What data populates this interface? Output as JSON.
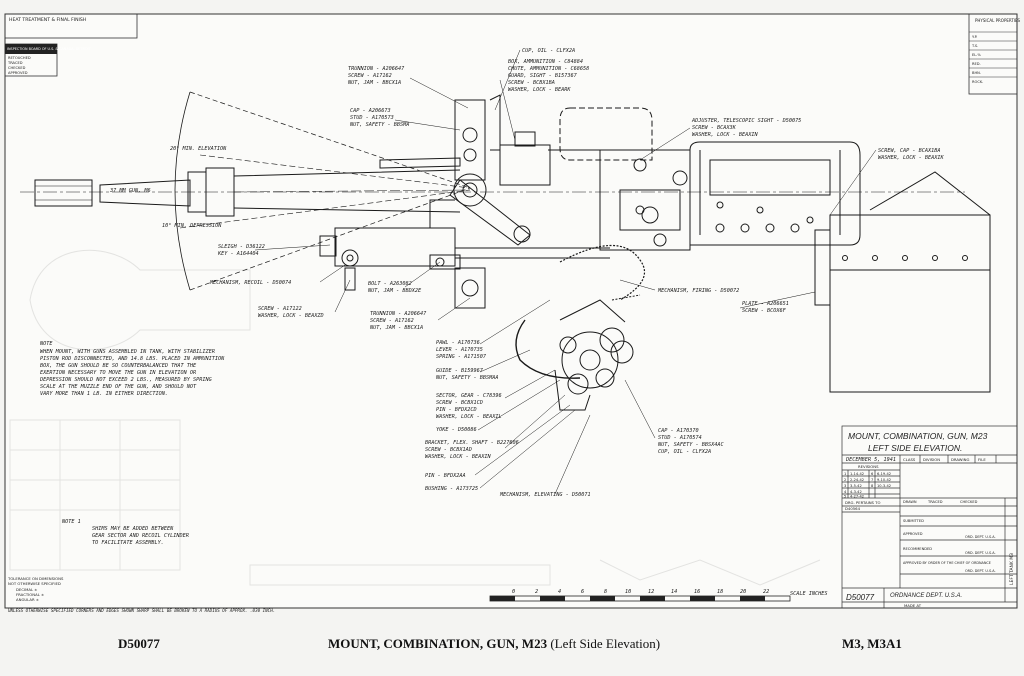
{
  "header": {
    "heat_treatment": "HEAT TREATMENT & FINAL FINISH",
    "inspection_board": "INSPECTION BOARD OF U.S. & CANADA, DETROIT",
    "inspection_rows": [
      "RETOUCHED",
      "TRACED",
      "CHECKED",
      "APPROVED"
    ],
    "physical_properties": "PHYSICAL PROPERTIES",
    "physical_rows": [
      "Y.P.",
      "T.S.",
      "EL.%",
      "RED.",
      "BHN.",
      "ROCK."
    ]
  },
  "callouts": {
    "cup_oil": "CUP, OIL - CLFX2A",
    "trunnion_top": [
      "TRUNNION - A206647",
      "SCREW - A17162",
      "NUT, JAM - BBCX1A"
    ],
    "box_ammunition": [
      "BOX, AMMUNITION - C84884",
      "CHUTE, AMMUNITION - C68658",
      "GUARD, SIGHT - B157367",
      "SCREW - BCBX1BA",
      "WASHER, LOCK - BEARK"
    ],
    "cap_stud": [
      "CAP - A206673",
      "STUD - A170573",
      "NUT, SAFETY - BBSMA"
    ],
    "adjuster": [
      "ADJUSTER, TELESCOPIC SIGHT - D50075",
      "SCREW - BCAX3K",
      "WASHER, LOCK - BEAXIN"
    ],
    "screw_cap": [
      "SCREW, CAP - BCAX1BA",
      "WASHER, LOCK - BEAXIK"
    ],
    "elevation_max": "20° MIN. ELEVATION",
    "gun": "37 MM GUN, M6",
    "depression": "10° MIN. DEPRESSION",
    "sleigh": [
      "SLEIGH - D36122",
      "KEY - A164404"
    ],
    "mechanism_recoil": "MECHANISM, RECOIL - D50074",
    "bolt": [
      "BOLT - A263082",
      "NUT, JAM - BBDX2E"
    ],
    "mechanism_firing": "MECHANISM, FIRING - D50072",
    "plate": [
      "PLATE - A206651",
      "SCREW - BCOX6F"
    ],
    "screw_left": [
      "SCREW - A17122",
      "WASHER, LOCK - BEAXZD"
    ],
    "trunnion_low": [
      "TRUNNION - A206647",
      "SCREW - A17162",
      "NUT, JAM - BBCX1A"
    ],
    "pawl": [
      "PAWL - A170736",
      "LEVER - A170735",
      "SPRING - A171507"
    ],
    "guide": [
      "GUIDE - B159967",
      "NUT, SAFETY - BBSMAA"
    ],
    "sector": [
      "SECTOR, GEAR - C78396",
      "SCREW - BCBX1CD",
      "PIN - BFDX2CD",
      "WASHER, LOCK - BEAXIL"
    ],
    "yoke": "YOKE - D50086",
    "bracket": [
      "BRACKET, FLEX. SHAFT - B227606",
      "SCREW - BCBX1AD",
      "WASHER, LOCK - BEAXIN"
    ],
    "pin": "PIN - BFDX2AA",
    "bushing": "BUSHING - A173725",
    "mechanism_elevating": "MECHANISM, ELEVATING - D50071",
    "cap_bottom": [
      "CAP - A170370",
      "STUD - A170574",
      "NUT, SAFETY - BBSX4AC",
      "CUP, OIL - CLFX2A"
    ]
  },
  "note": {
    "heading": "NOTE",
    "lines": [
      "WHEN MOUNT, WITH GUNS ASSEMBLED IN TANK, WITH STABILIZER",
      "PISTON ROD DISCONNECTED, AND 14.8 LBS. PLACED IN AMMUNITION",
      "BOX, THE GUN SHOULD BE SO COUNTERBALANCED THAT THE",
      "EXERTION NECESSARY TO MOVE THE GUN IN ELEVATION OR",
      "DEPRESSION SHOULD NOT EXCEED 2 LBS., MEASURED BY SPRING",
      "SCALE AT THE MUZZLE END OF THE GUN, AND SHOULD NOT",
      "VARY MORE THAN 1 LB. IN EITHER DIRECTION."
    ]
  },
  "note1": {
    "heading": "NOTE 1",
    "lines": [
      "SHIMS MAY BE ADDED BETWEEN",
      "GEAR SECTOR AND RECOIL CYLINDER",
      "TO FACILITATE ASSEMBLY."
    ]
  },
  "tolerance": [
    "TOLERANCE ON DIMENSIONS",
    "NOT OTHERWISE SPECIFIED",
    "DECIMAL ±",
    "FRACTIONAL ±",
    "ANGULAR ±"
  ],
  "bottom_note": "UNLESS OTHERWISE SPECIFIED CORNERS AND EDGES SHOWN SHARP SHALL BE BROKEN TO A RADIUS OF APPROX. .030 INCH.",
  "scale": {
    "ticks": [
      "0",
      "2",
      "4",
      "6",
      "8",
      "10",
      "12",
      "14",
      "16",
      "18",
      "20",
      "22"
    ],
    "label": "SCALE INCHES"
  },
  "title_block": {
    "title_1": "MOUNT, COMBINATION, GUN, M23",
    "title_2": "LEFT SIDE ELEVATION.",
    "date": "DECEMBER 5, 1941",
    "headers": [
      "CLASS",
      "DIVISION",
      "DRAWING",
      "FILE"
    ],
    "revisions_label": "REVISIONS",
    "revisions": [
      [
        "1",
        "1-14-42",
        "6",
        "6-19-42"
      ],
      [
        "2",
        "2-24-42",
        "7",
        "9-10-42"
      ],
      [
        "3",
        "3-5-42",
        "8",
        "10-3-42"
      ],
      [
        "4",
        "4-3-42",
        "",
        ""
      ],
      [
        "5",
        "4-27-42",
        "",
        ""
      ]
    ],
    "drg_pertains": "DRG. PERTAINS TO",
    "pertains_no": "D40564",
    "sign_rows": [
      "DRAWN",
      "TRACED",
      "CHECKED",
      "SUBMITTED",
      "APPROVED",
      "RECOMMENDED",
      "APPROVED BY ORDER OF THE CHIEF OF ORDNANCE"
    ],
    "sign_right": [
      "ORD. DEPT. U.S.A.",
      "ORD. DEPT. U.S.A.",
      "ORD. DEPT. U.S.A."
    ],
    "drawing_no": "D50077",
    "dept": "ORDNANCE DEPT. U.S.A.",
    "made_at": "MADE AT",
    "side_text": "LEFT TANK M3"
  },
  "caption": {
    "number": "D50077",
    "title": "MOUNT, COMBINATION, GUN, M23",
    "subtitle": "(Left Side Elevation)",
    "models": "M3, M3A1"
  }
}
